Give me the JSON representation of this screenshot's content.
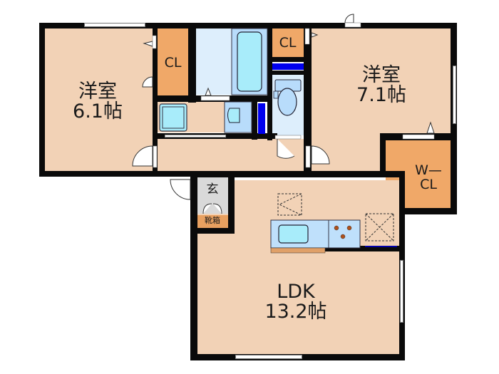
{
  "floor_plan": {
    "rooms": {
      "western_room_left": {
        "name": "洋室",
        "size": "6.1帖"
      },
      "western_room_right": {
        "name": "洋室",
        "size": "7.1帖"
      },
      "ldk": {
        "name": "LDK",
        "size": "13.2帖"
      },
      "closet_left": {
        "name": "CL"
      },
      "closet_center": {
        "name": "CL"
      },
      "walk_in_closet": {
        "line1": "W—",
        "line2": "CL"
      },
      "entrance": {
        "name": "玄"
      },
      "shoe_cabinet": {
        "name": "靴箱"
      }
    },
    "colors": {
      "room_floor": "#f2d2b6",
      "closet": "#f0a868",
      "wet_area": "#ddeefc",
      "fixture_blue": "#a8ecfa",
      "wall": "#0a0a0a",
      "storage_blue": "#0000ee",
      "entrance_floor": "#d9d9d9"
    }
  }
}
